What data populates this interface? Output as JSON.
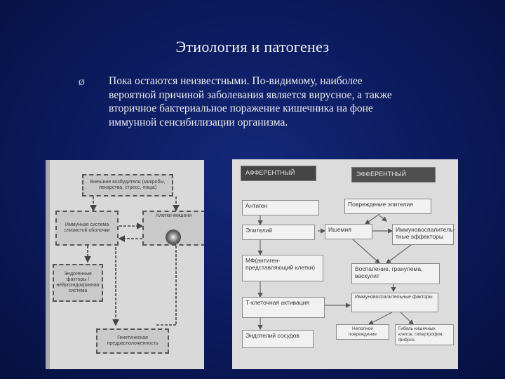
{
  "slide": {
    "title": "Этиология и патогенез",
    "bullet_symbol": "Ø",
    "text": "Пока остаются неизвестными. По-видимому, наиболее вероятной причиной заболевания является вирусное, а также вторичное бактериальное поражение кишечника на фоне иммунной сенсибилизации организма."
  },
  "left_diagram": {
    "external_agents": "Внешние возбудители (микробы, лекарства, стресс, пища)",
    "immune_system": "Иммунная система слизистой оболочки",
    "target_cells": "Клетки-мишени",
    "endogenous_factors": "Эндогенные факторы / нейроэндокринная система",
    "genetic_predisposition": "Генетическая предрасположенность"
  },
  "right_diagram": {
    "afferent": "АФФЕРЕНТНЫЙ",
    "efferent": "ЭФФЕРЕНТНЫЙ",
    "antigen": "Антиген",
    "epithelium": "Эпителий",
    "mf": "МФ(антиген-представляющий клетки)",
    "t_lymph": "Т-клеточная активация",
    "endothelium": "Эндотелий сосудов",
    "epithelium_damage": "Повреждение эпителия",
    "ischemia": "Ишемия",
    "immune_effectors": "Иммуновоспалитель-тные эффекторы",
    "inflammation": "Воспаление, гранулема, васкулит",
    "immune_factors": "Иммуновоспалительные факторы",
    "incomplete_damage": "Неполное повреждение",
    "cell_death": "Гибель кишечных клеток, гипертрофия, фиброз"
  }
}
